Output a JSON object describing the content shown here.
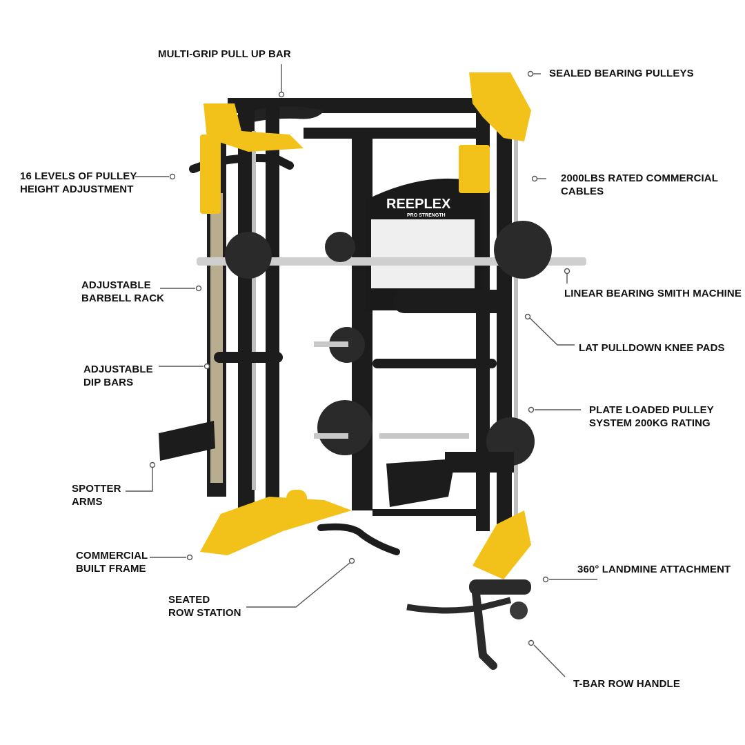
{
  "brand": {
    "logo_text": "REEPLEX",
    "logo_subtext": "PRO STRENGTH",
    "frame_color": "#f2c21b",
    "steel_color": "#1c1c1c"
  },
  "callouts": [
    {
      "id": "pullup",
      "lines": [
        "MULTI-GRIP PULL UP BAR"
      ]
    },
    {
      "id": "pulleys",
      "lines": [
        "SEALED BEARING PULLEYS"
      ]
    },
    {
      "id": "pulley_height",
      "lines": [
        "16 LEVELS OF PULLEY",
        "HEIGHT ADJUSTMENT"
      ]
    },
    {
      "id": "cables",
      "lines": [
        "2000LBS RATED COMMERCIAL",
        "CABLES"
      ]
    },
    {
      "id": "barbell_rack",
      "lines": [
        "ADJUSTABLE",
        "BARBELL RACK"
      ]
    },
    {
      "id": "smith",
      "lines": [
        "LINEAR BEARING SMITH MACHINE"
      ]
    },
    {
      "id": "knee_pads",
      "lines": [
        "LAT PULLDOWN KNEE PADS"
      ]
    },
    {
      "id": "dip_bars",
      "lines": [
        "ADJUSTABLE",
        "DIP BARS"
      ]
    },
    {
      "id": "plate_pulley",
      "lines": [
        "PLATE LOADED PULLEY",
        "SYSTEM 200KG RATING"
      ]
    },
    {
      "id": "spotter",
      "lines": [
        "SPOTTER",
        "ARMS"
      ]
    },
    {
      "id": "frame",
      "lines": [
        "COMMERCIAL",
        "BUILT FRAME"
      ]
    },
    {
      "id": "landmine",
      "lines": [
        "360° LANDMINE ATTACHMENT"
      ]
    },
    {
      "id": "seated_row",
      "lines": [
        "SEATED",
        "ROW STATION"
      ]
    },
    {
      "id": "tbar",
      "lines": [
        "T-BAR ROW HANDLE"
      ]
    }
  ]
}
